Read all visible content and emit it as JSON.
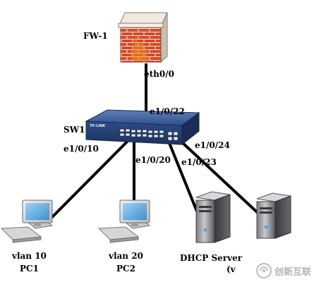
{
  "diagram": {
    "firewall_label": "FW-1",
    "switch_label": "SW1",
    "switch_brand": "TP-LINK",
    "ports": {
      "fw_eth": "eth0/0",
      "sw_uplink": "e1/0/22",
      "sw_pc1": "e1/0/10",
      "sw_pc2": "e1/0/20",
      "sw_dhcp": "e1/0/23",
      "sw_server": "e1/0/24"
    },
    "pc1": {
      "vlan": "vlan 10",
      "name": "PC1"
    },
    "pc2": {
      "vlan": "vlan 20",
      "name": "PC2"
    },
    "dhcp_server": {
      "label_line1": "DHCP Server",
      "label_line2": "(v"
    }
  },
  "watermark": {
    "text": "创新互联",
    "icon": "logo-icon"
  },
  "colors": {
    "link": "#000000",
    "switch_body": "#2b4a82",
    "brick": "#d24a2a"
  }
}
